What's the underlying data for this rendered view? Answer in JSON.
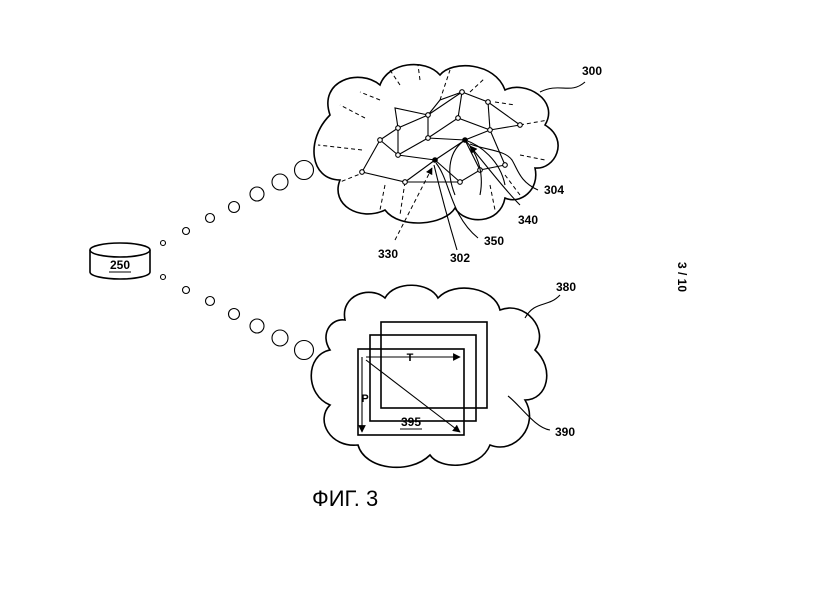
{
  "figure": {
    "caption": "ФИГ. 3",
    "page_marker": "3 / 10",
    "labels": {
      "database": "250",
      "cloud_top": "300",
      "ref_302": "302",
      "ref_304": "304",
      "ref_330": "330",
      "ref_340": "340",
      "ref_350": "350",
      "cloud_bottom": "380",
      "stack": "390",
      "frame": "395",
      "axis_t": "T",
      "axis_p": "P"
    }
  }
}
